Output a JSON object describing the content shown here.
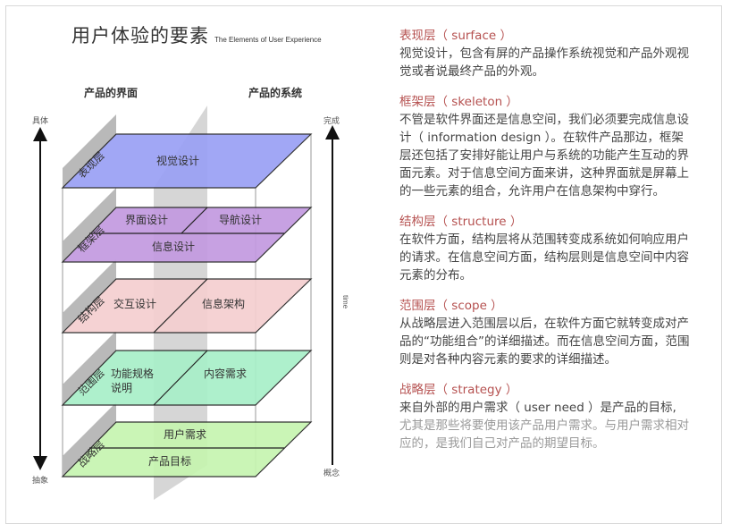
{
  "header": {
    "title": "用户体验的要素",
    "subtitle": "The Elements of User Experience"
  },
  "diagram": {
    "left_header": "产品的界面",
    "right_header": "产品的系统",
    "left_axis": {
      "top": "具体",
      "bottom": "抽象"
    },
    "right_axis": {
      "top": "完成",
      "bottom": "概念",
      "middle": "time"
    },
    "colors": {
      "surface": "#9aa0f5",
      "skeleton": "#c39ae0",
      "structure": "#f5cfd0",
      "scope": "#a8efc8",
      "strategy": "#c6f5b0",
      "panel": "#c8c8c8"
    },
    "layers": [
      {
        "side_label": "表现层",
        "items": [
          "视觉设计"
        ]
      },
      {
        "side_label": "框架层",
        "items": [
          "界面设计",
          "导航设计",
          "信息设计"
        ]
      },
      {
        "side_label": "结构层",
        "items": [
          "交互设计",
          "信息架构"
        ]
      },
      {
        "side_label": "范围层",
        "items": [
          "功能规格",
          "说明",
          "内容需求"
        ]
      },
      {
        "side_label": "战略层",
        "items": [
          "用户需求",
          "产品目标"
        ]
      }
    ]
  },
  "sections": [
    {
      "title": "表现层（ surface ）",
      "body": "视觉设计，包含有屏的产品操作系统视觉和产品外观视觉或者说最终产品的外观。"
    },
    {
      "title": "框架层（ skeleton ）",
      "body": "不管是软件界面还是信息空间，我们必须要完成信息设计（ information design ）。在软件产品那边，框架层还包括了安排好能让用户与系统的功能产生互动的界面元素。对于信息空间方面来讲，这种界面就是屏幕上的一些元素的组合，允许用户在信息架构中穿行。"
    },
    {
      "title": "结构层（ structure ）",
      "body": "在软件方面，结构层将从范围转变成系统如何响应用户的请求。在信息空间方面，结构层则是信息空间中内容元素的分布。"
    },
    {
      "title": "范围层（ scope ）",
      "body": "从战略层进入范围层以后，在软件方面它就转变成对产品的“功能组合”的详细描述。而在信息空间方面，范围则是对各种内容元素的要求的详细描述。"
    },
    {
      "title": "战略层（ strategy ）",
      "body": "来自外部的用户需求（ user need ）是产品的目标,",
      "body_cut": "尤其是那些将要使用该产品用户需求。与用户需求相对应的，是我们自己对产品的期望目标。"
    }
  ]
}
